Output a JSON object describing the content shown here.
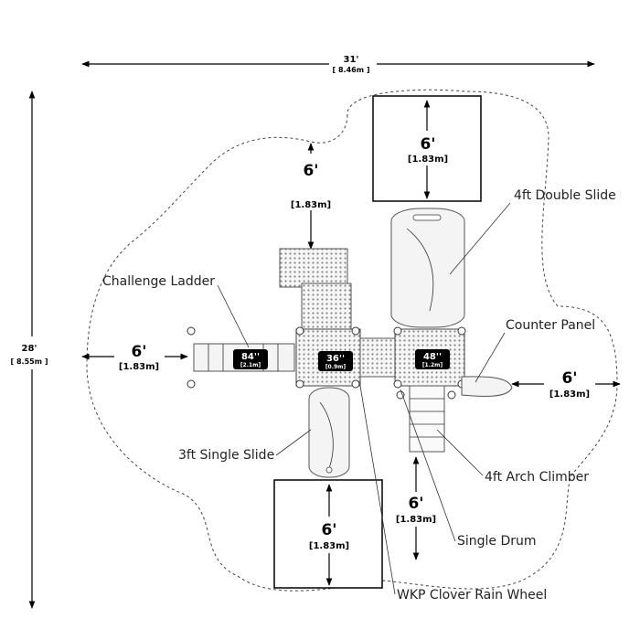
{
  "overall": {
    "width_ft": "31'",
    "width_m": "[ 8.46m ]",
    "depth_ft": "28'",
    "depth_m": "[ 8.55m ]"
  },
  "clearances": [
    {
      "ft": "6'",
      "m": "[1.83m]"
    },
    {
      "ft": "6'",
      "m": "[1.83m]"
    },
    {
      "ft": "6'",
      "m": "[1.83m]"
    },
    {
      "ft": "6'",
      "m": "[1.83m]"
    },
    {
      "ft": "6'",
      "m": "[1.83m]"
    },
    {
      "ft": "6'",
      "m": "[1.83m]"
    }
  ],
  "decks": [
    {
      "height": "84''",
      "metric": "[2.1m]"
    },
    {
      "height": "36''",
      "metric": "[0.9m]"
    },
    {
      "height": "48''",
      "metric": "[1.2m]"
    }
  ],
  "callouts": {
    "double_slide": "4ft Double Slide",
    "challenge_ladder": "Challenge Ladder",
    "counter_panel": "Counter Panel",
    "single_slide": "3ft Single Slide",
    "arch_climber": "4ft Arch Climber",
    "single_drum": "Single Drum",
    "rain_wheel": "WKP Clover Rain Wheel"
  }
}
